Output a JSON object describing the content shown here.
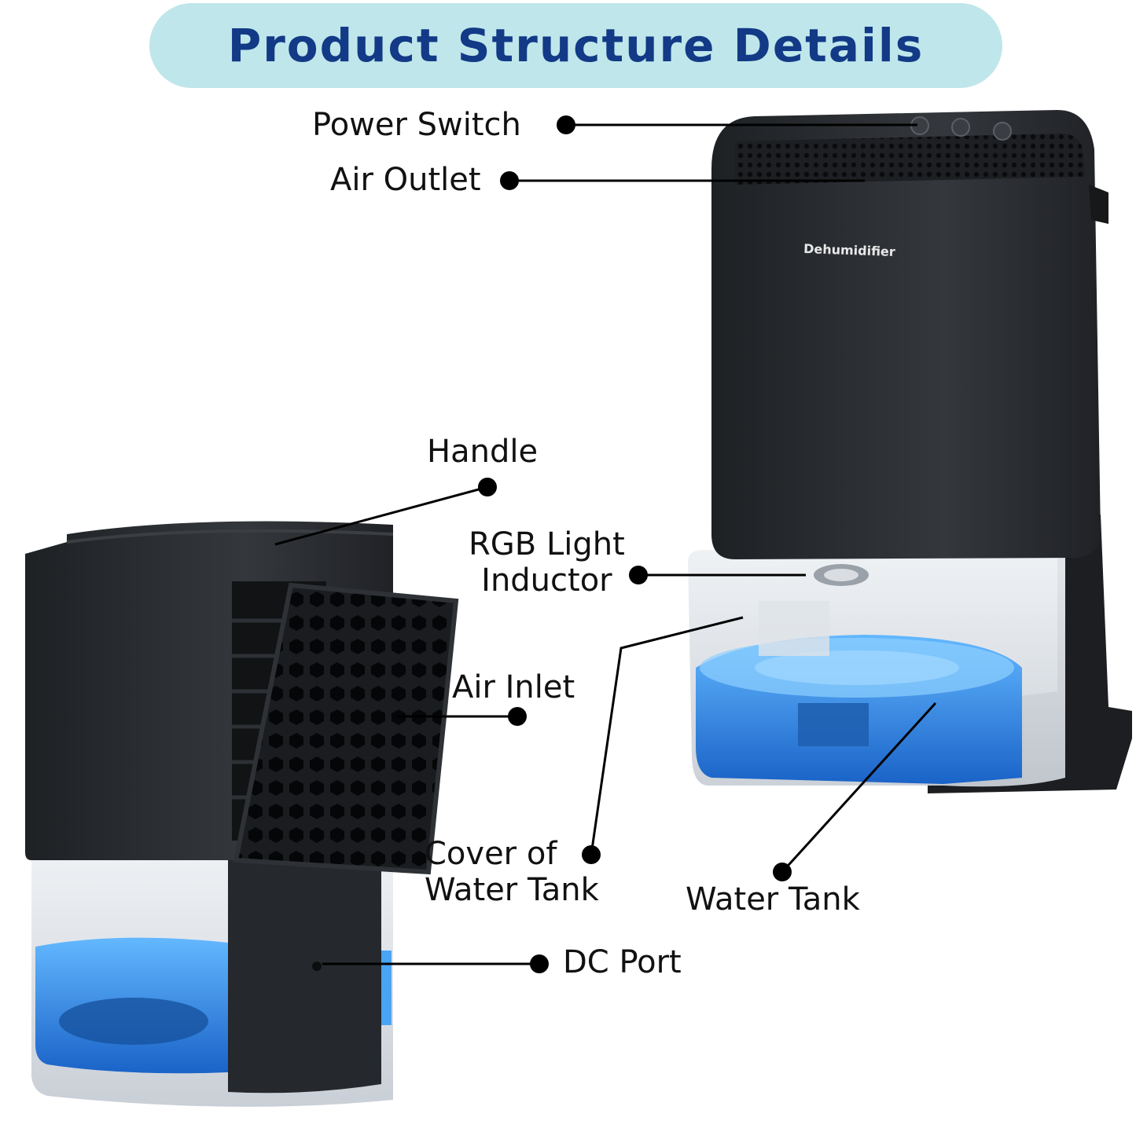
{
  "header": {
    "title": "Product Structure Details",
    "pill_color": "#bfe6ea",
    "title_color": "#123a86"
  },
  "device": {
    "brand_text": "Dehumidifier",
    "body_color": "#2a2d31",
    "water_color": "#3a9bf0"
  },
  "callouts": {
    "power_switch": "Power Switch",
    "air_outlet": "Air Outlet",
    "handle": "Handle",
    "rgb_line1": "RGB Light",
    "rgb_line2": "Inductor",
    "air_inlet": "Air Inlet",
    "cover_line1": "Cover of",
    "cover_line2": "Water Tank",
    "water_tank": "Water Tank",
    "dc_port": "DC Port"
  }
}
